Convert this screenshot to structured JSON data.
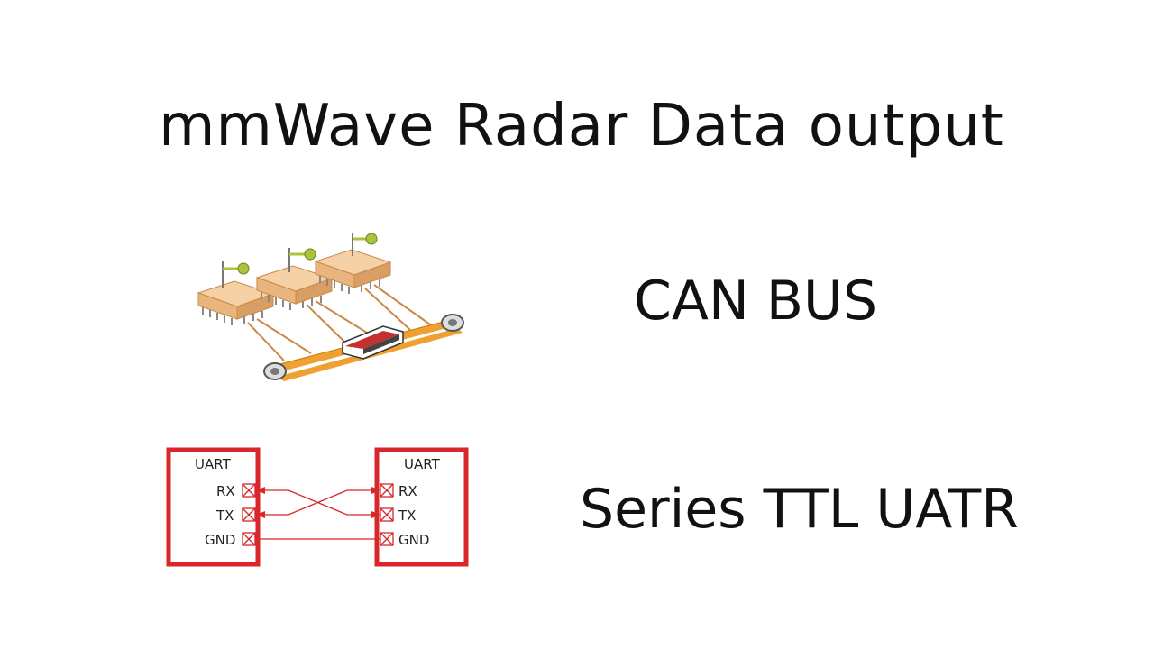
{
  "slide": {
    "title": "mmWave Radar Data output"
  },
  "can_bus": {
    "label": "CAN BUS",
    "illustration": "can-bus-network-illustration"
  },
  "uart": {
    "label": "Series TTL UATR",
    "left_box": {
      "title": "UART",
      "pins": [
        "RX",
        "TX",
        "GND"
      ]
    },
    "right_box": {
      "title": "UART",
      "pins": [
        "RX",
        "TX",
        "GND"
      ]
    },
    "line_color": "#d9262b"
  },
  "colors": {
    "chip": "#f2c08c",
    "bus_stripe": "#f0a030",
    "flag": "#a8c43a",
    "diagram_red": "#d9262b"
  }
}
